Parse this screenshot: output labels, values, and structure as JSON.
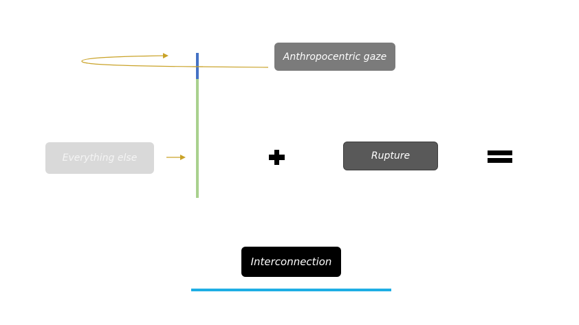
{
  "diagram": {
    "nodes": {
      "anthropocentric_gaze": "Anthropocentric gaze",
      "everything_else": "Everything else",
      "rupture": "Rupture",
      "interconnection": "Interconnection"
    },
    "operators": {
      "plus": "+",
      "equals": "="
    },
    "colors": {
      "arrow": "#c9a227",
      "bar_top": "#4472c4",
      "bar_bottom": "#a9d18e",
      "underline": "#1eaee4"
    }
  }
}
